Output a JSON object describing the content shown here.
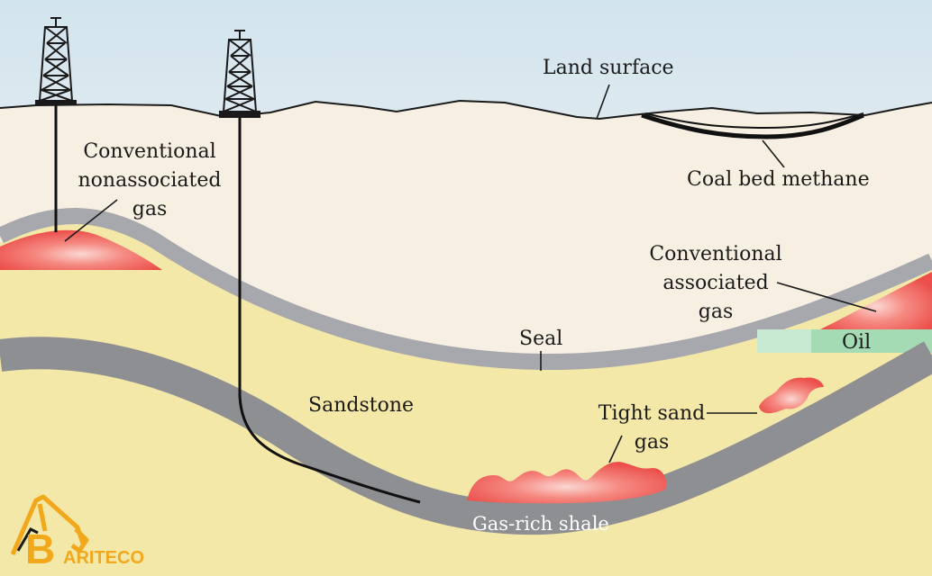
{
  "labels": {
    "land_surface": "Land surface",
    "coal_bed_methane": "Coal bed methane",
    "conventional_nonassociated_gas": [
      "Conventional",
      "nonassociated",
      "gas"
    ],
    "conventional_associated_gas": [
      "Conventional",
      "associated",
      "gas"
    ],
    "oil": "Oil",
    "seal": "Seal",
    "sandstone": "Sandstone",
    "tight_sand_gas": [
      "Tight sand",
      "gas"
    ],
    "gas_rich_shale": "Gas-rich shale"
  },
  "logo": {
    "letter": "B",
    "text": "ARITECO"
  },
  "colors": {
    "sky": "#d6e6ee",
    "ground": "#f7efe2",
    "sandstone": "#f4e9a6",
    "seal": "#a9a9ad",
    "shale": "#8e8f93",
    "gas": "#ee5a55",
    "oil": "#9fd8b0",
    "coal": "#111111",
    "logo": "#f2a81d"
  }
}
